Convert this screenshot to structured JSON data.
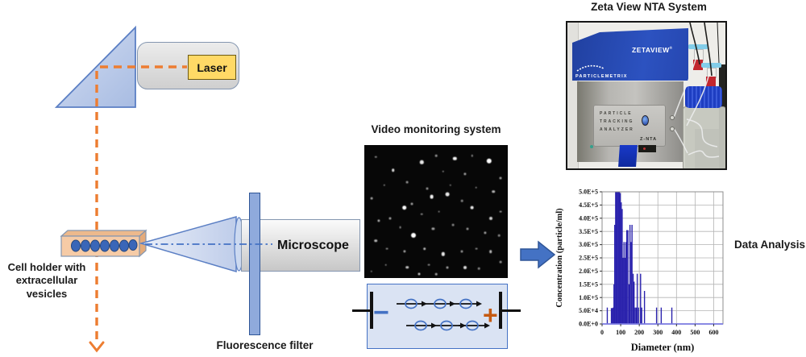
{
  "header": {
    "zeta_title": "Zeta View NTA System",
    "video_title": "Video monitoring system",
    "data_analysis": "Data Analysis"
  },
  "labels": {
    "laser": "Laser",
    "cell_holder": "Cell holder with\nextracellular\nvesicles",
    "microscope": "Microscope",
    "fluorescence_filter": "Fluorescence filter"
  },
  "ep_chamber": {
    "minus": "−",
    "plus": "+"
  },
  "device": {
    "brand": "ZETAVIEW",
    "brand_sup": "®",
    "maker": "PARTICLEMETRIX",
    "panel_lines": [
      "PARTICLE",
      "TRACKING",
      "ANALYZER"
    ],
    "model": "Z-NTA"
  },
  "colors": {
    "accent_blue": "#4472C4",
    "beam_orange": "#ED7D31",
    "plus_orange": "#C55A11",
    "bar_blue": "#2a22ad",
    "machine_blue": "#2443a8",
    "laser_yellow": "#FFD966"
  },
  "video": {
    "dots": [
      [
        87,
        12,
        3.2,
        1
      ],
      [
        63,
        10,
        2.2,
        0.95
      ],
      [
        40,
        13,
        2.2,
        0.9
      ],
      [
        20,
        19,
        1.8,
        0.85
      ],
      [
        8,
        9,
        1.2,
        0.5
      ],
      [
        50,
        8,
        1.3,
        0.55
      ],
      [
        75,
        8,
        1.2,
        0.5
      ],
      [
        95,
        25,
        1.5,
        0.6
      ],
      [
        70,
        22,
        1.6,
        0.6
      ],
      [
        55,
        20,
        1.2,
        0.5
      ],
      [
        30,
        28,
        1.4,
        0.55
      ],
      [
        14,
        30,
        1.2,
        0.5
      ],
      [
        90,
        35,
        1.8,
        0.7
      ],
      [
        78,
        32,
        1.3,
        0.5
      ],
      [
        60,
        30,
        1.2,
        0.45
      ],
      [
        44,
        33,
        1.5,
        0.55
      ],
      [
        5,
        40,
        1.4,
        0.6
      ],
      [
        28,
        47,
        2.8,
        1
      ],
      [
        33,
        44,
        1.5,
        0.6
      ],
      [
        47,
        39,
        2.4,
        0.95
      ],
      [
        58,
        37,
        2.4,
        0.9
      ],
      [
        75,
        47,
        2.4,
        0.9
      ],
      [
        88,
        55,
        2,
        0.8
      ],
      [
        95,
        50,
        1.4,
        0.55
      ],
      [
        68,
        42,
        1.3,
        0.5
      ],
      [
        52,
        50,
        1.4,
        0.5
      ],
      [
        40,
        52,
        1.3,
        0.5
      ],
      [
        18,
        55,
        1.5,
        0.6
      ],
      [
        10,
        57,
        1.6,
        0.65
      ],
      [
        25,
        62,
        1.4,
        0.5
      ],
      [
        34,
        68,
        3,
        1
      ],
      [
        48,
        63,
        1.6,
        0.6
      ],
      [
        62,
        60,
        1.4,
        0.5
      ],
      [
        72,
        63,
        1.5,
        0.55
      ],
      [
        84,
        66,
        1.6,
        0.6
      ],
      [
        94,
        68,
        1.3,
        0.5
      ],
      [
        8,
        72,
        1.8,
        0.7
      ],
      [
        16,
        78,
        1.4,
        0.5
      ],
      [
        28,
        80,
        1.6,
        0.6
      ],
      [
        42,
        78,
        1.8,
        0.7
      ],
      [
        55,
        82,
        2.2,
        0.9
      ],
      [
        68,
        80,
        1.5,
        0.55
      ],
      [
        78,
        78,
        1.4,
        0.5
      ],
      [
        88,
        80,
        1.8,
        0.7
      ],
      [
        95,
        88,
        1.4,
        0.55
      ],
      [
        70,
        92,
        2,
        0.85
      ],
      [
        58,
        92,
        1.5,
        0.6
      ],
      [
        45,
        90,
        1.4,
        0.5
      ],
      [
        30,
        92,
        1.8,
        0.75
      ],
      [
        15,
        90,
        1.3,
        0.5
      ],
      [
        5,
        95,
        1.2,
        0.45
      ],
      [
        80,
        93,
        1.3,
        0.5
      ],
      [
        38,
        97,
        1.5,
        0.75
      ],
      [
        50,
        97,
        1.3,
        0.6
      ]
    ]
  },
  "chart_data": {
    "type": "bar",
    "title": "",
    "xlabel": "Diameter (nm)",
    "ylabel": "Concentration (particle/ml)",
    "xlim": [
      0,
      650
    ],
    "ylim": [
      0,
      500000
    ],
    "x_ticks": [
      0,
      100,
      200,
      300,
      400,
      500,
      600
    ],
    "y_tick_values": [
      0,
      50000,
      100000,
      150000,
      200000,
      250000,
      300000,
      350000,
      400000,
      450000,
      500000
    ],
    "y_tick_labels": [
      "0.0E+0",
      "5.0E+4",
      "1.0E+5",
      "1.5E+5",
      "2.0E+5",
      "2.5E+5",
      "3.0E+5",
      "3.5E+5",
      "4.0E+5",
      "4.5E+5",
      "5.0E+5"
    ],
    "grid": true,
    "legend": "none",
    "bin_width_nm": 6,
    "bar_color": "#2a22ad",
    "bars": [
      [
        28,
        62000
      ],
      [
        50,
        60000
      ],
      [
        55,
        60000
      ],
      [
        60,
        62000
      ],
      [
        64,
        150000
      ],
      [
        68,
        375000
      ],
      [
        73,
        500000
      ],
      [
        78,
        500000
      ],
      [
        83,
        500000
      ],
      [
        88,
        500000
      ],
      [
        93,
        500000
      ],
      [
        98,
        495000
      ],
      [
        103,
        460000
      ],
      [
        108,
        435000
      ],
      [
        113,
        250000
      ],
      [
        118,
        310000
      ],
      [
        123,
        250000
      ],
      [
        128,
        310000
      ],
      [
        133,
        355000
      ],
      [
        139,
        355000
      ],
      [
        145,
        150000
      ],
      [
        150,
        375000
      ],
      [
        156,
        310000
      ],
      [
        161,
        375000
      ],
      [
        167,
        190000
      ],
      [
        172,
        160000
      ],
      [
        178,
        62000
      ],
      [
        184,
        62000
      ],
      [
        189,
        190000
      ],
      [
        196,
        62000
      ],
      [
        207,
        190000
      ],
      [
        213,
        62000
      ],
      [
        228,
        125000
      ],
      [
        293,
        62000
      ],
      [
        318,
        62000
      ],
      [
        375,
        62000
      ]
    ]
  }
}
